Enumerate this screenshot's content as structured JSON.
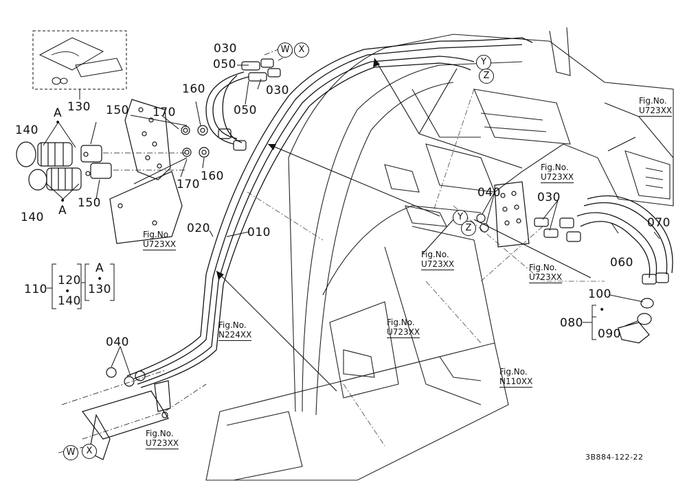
{
  "labels": {
    "p010": "010",
    "p020": "020",
    "p030a": "030",
    "p030b": "030",
    "p030c": "030",
    "p040a": "040",
    "p040b": "040",
    "p050a": "050",
    "p050b": "050",
    "p060": "060",
    "p070": "070",
    "p080": "080",
    "p090": "090",
    "p100": "100",
    "p110": "110",
    "p120": "120",
    "p130a": "130",
    "p130b": "130",
    "p140a": "140",
    "p140b": "140",
    "p140c": "140",
    "p150a": "150",
    "p150b": "150",
    "p160a": "160",
    "p160b": "160",
    "p170a": "170",
    "p170b": "170",
    "A1": "A",
    "A2": "A",
    "A3": "A"
  },
  "markers": {
    "W": "W",
    "X": "X",
    "Y": "Y",
    "Z": "Z"
  },
  "fig_refs": {
    "prefix": "Fig.No.",
    "u723": "U723XX",
    "n224": "N224XX",
    "n110": "N110XX"
  },
  "drawing_code": "3B884-122-22",
  "bullet": "•"
}
